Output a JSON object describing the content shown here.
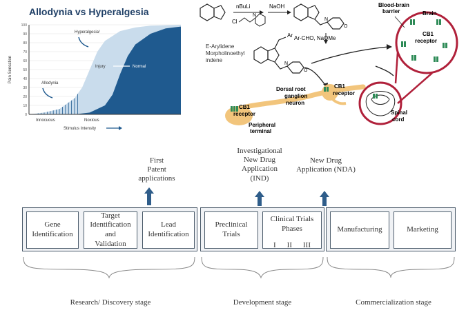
{
  "chart": {
    "title": "Allodynia vs Hyperalgesia",
    "y_label": "Pain Sensation",
    "x_label": "Stimulus Intensity",
    "x_ticks": [
      "Innocuous",
      "Noxious"
    ],
    "region_labels": {
      "hyperalgesia": "Hyperalgesia¹",
      "allodynia": "Allodynia",
      "injury": "Injury",
      "normal": "Normal"
    },
    "colors": {
      "normal": "#1f5a8f",
      "injury": "#c9dcec",
      "accent": "#1f5a8f"
    }
  },
  "chart_data": {
    "type": "area",
    "title": "Allodynia vs Hyperalgesia",
    "xlabel": "Stimulus Intensity",
    "ylabel": "Pain Sensation",
    "y_ticks": [
      0,
      10,
      20,
      30,
      40,
      50,
      60,
      70,
      80,
      90,
      100
    ],
    "ylim": [
      0,
      100
    ],
    "x_tick_labels": [
      "Innocuous",
      "Noxious"
    ],
    "series": [
      {
        "name": "Injury",
        "x": [
          0,
          10,
          20,
          30,
          35,
          40,
          45,
          50,
          60,
          70,
          80,
          100
        ],
        "values": [
          0,
          2,
          6,
          18,
          30,
          50,
          70,
          82,
          93,
          97,
          99,
          100
        ]
      },
      {
        "name": "Normal",
        "x": [
          0,
          30,
          40,
          50,
          55,
          60,
          65,
          70,
          80,
          90,
          100
        ],
        "values": [
          0,
          0,
          2,
          10,
          22,
          45,
          65,
          78,
          90,
          96,
          98
        ]
      }
    ]
  },
  "chemistry": {
    "reagents": [
      "nBuLi",
      "NaOH",
      "Ar-CHO, NaOMe"
    ],
    "cl_label": "Cl",
    "n_label": "N",
    "o_label": "O",
    "ar_label": "Ar",
    "product_label": [
      "E-Arylidene",
      "Morpholinoethyl",
      "indene"
    ]
  },
  "anatomy": {
    "bbb_label": [
      "Blood-brain",
      "barrier"
    ],
    "brain_label": "Brain",
    "cb1_brain": [
      "CB1",
      "receptor"
    ],
    "drg_label": [
      "Dorsal root",
      "ganglion",
      "neuron"
    ],
    "cb1_drg": [
      "CB1",
      "receptor"
    ],
    "cb1_peripheral": [
      "CB1",
      "receptor"
    ],
    "peripheral_label": [
      "Peripheral",
      "terminal"
    ],
    "spinal_label": [
      "Spinal",
      "cord"
    ],
    "colors": {
      "circle": "#b0203a",
      "nerve": "#f2c57c",
      "receptor": "#2e8b57"
    }
  },
  "pipeline": {
    "milestones": [
      {
        "lines": [
          "First",
          "Patent",
          "applications"
        ]
      },
      {
        "lines": [
          "Investigational",
          "New Drug",
          "Application",
          "(IND)"
        ]
      },
      {
        "lines": [
          "New Drug",
          "Application (NDA)"
        ]
      }
    ],
    "stages": [
      {
        "lines": [
          "Gene",
          "Identification"
        ]
      },
      {
        "lines": [
          "Target",
          "Identification",
          "and",
          "Validation"
        ]
      },
      {
        "lines": [
          "Lead",
          "Identification"
        ]
      },
      {
        "lines": [
          "Preclinical",
          "Trials"
        ]
      },
      {
        "lines": [
          "Clinical Trials",
          "Phases"
        ]
      },
      {
        "lines": [
          "Manufacturing"
        ]
      },
      {
        "lines": [
          "Marketing"
        ]
      }
    ],
    "phases": [
      "I",
      "II",
      "III"
    ],
    "stage_groups": [
      "Research/ Discovery stage",
      "Development stage",
      "Commercialization stage"
    ],
    "colors": {
      "arrow": "#2f5d8a",
      "border": "#4a5a6a"
    }
  }
}
